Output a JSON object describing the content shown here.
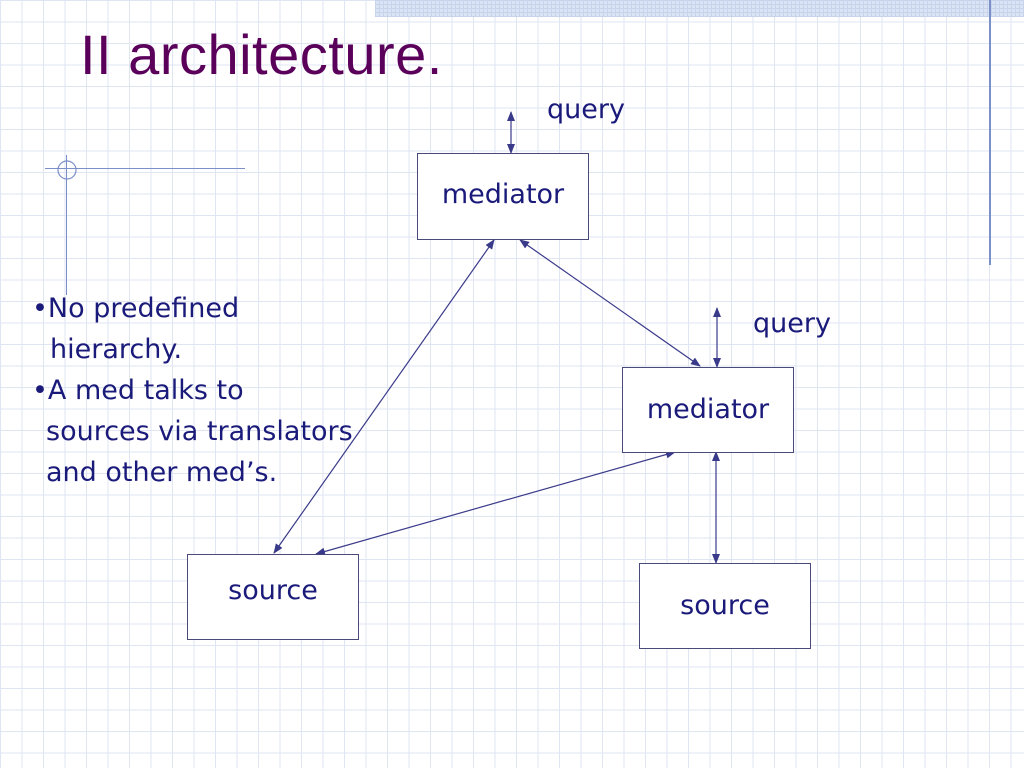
{
  "slide": {
    "title": "II architecture.",
    "bullets": [
      {
        "line1": "•No predefined",
        "line2": "hierarchy."
      },
      {
        "line1": "•A med talks to",
        "line2": "sources via translators",
        "line3": "and other med’s."
      }
    ]
  },
  "diagram": {
    "nodes": {
      "mediator_top": "mediator",
      "mediator_right": "mediator",
      "source_left": "source",
      "source_right": "source"
    },
    "query_labels": {
      "top": "query",
      "right": "query"
    }
  },
  "colors": {
    "title": "#5a005a",
    "text": "#1a1a7a",
    "edge": "#3a3a8a",
    "grid": "#dfe6f2"
  }
}
